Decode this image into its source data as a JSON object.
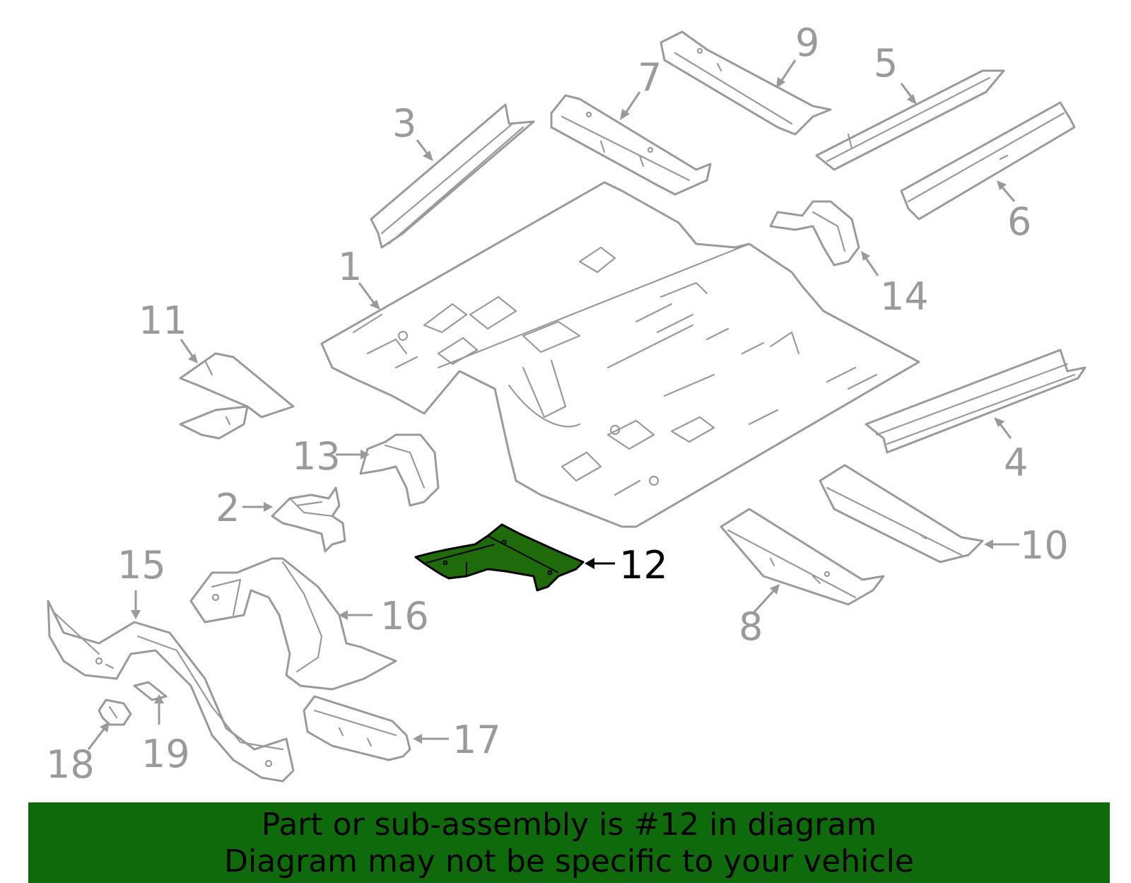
{
  "callouts": {
    "c1": "1",
    "c2": "2",
    "c3": "3",
    "c4": "4",
    "c5": "5",
    "c6": "6",
    "c7": "7",
    "c8": "8",
    "c9": "9",
    "c10": "10",
    "c11": "11",
    "c12": "12",
    "c13": "13",
    "c14": "14",
    "c15": "15",
    "c16": "16",
    "c17": "17",
    "c18": "18",
    "c19": "19"
  },
  "highlighted_part": "12",
  "colors": {
    "highlight": "#1f6b0c",
    "outline": "#9a9a9a",
    "banner": "#0f6a0b"
  },
  "banner": {
    "line1": "Part or sub-assembly is #12 in diagram",
    "line2": "Diagram may not be specific to your vehicle"
  }
}
